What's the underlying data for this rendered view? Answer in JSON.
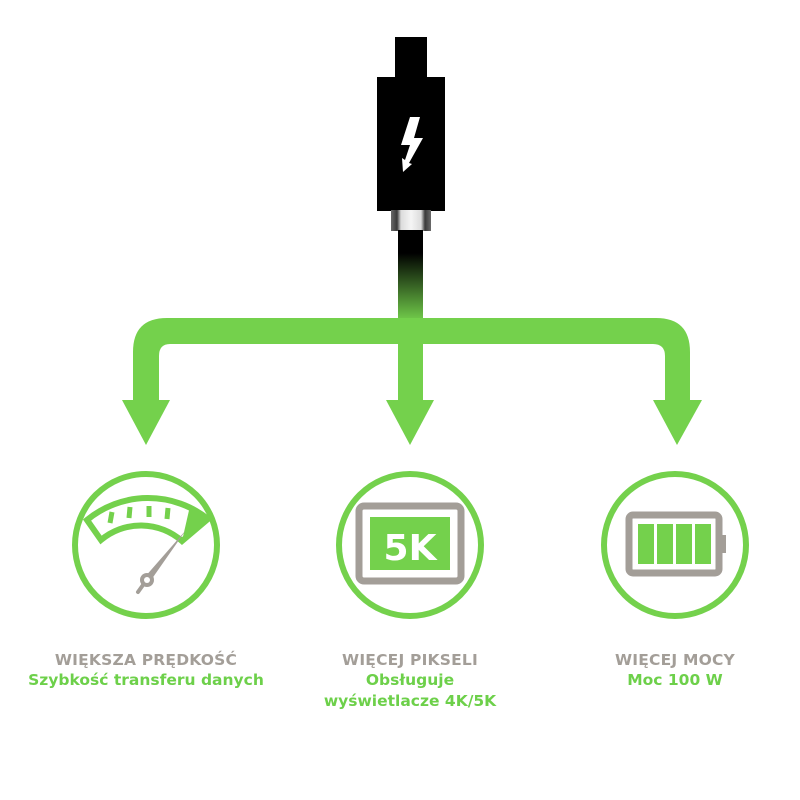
{
  "colors": {
    "green": "#74d14c",
    "gray": "#a39e98",
    "black": "#000000",
    "background": "#ffffff"
  },
  "connector": {
    "icon": "thunderbolt-lightning-icon",
    "type": "Thunderbolt cable connector"
  },
  "branches": [
    {
      "icon": "speedometer-icon",
      "title": "WIĘKSZA PRĘDKOŚĆ",
      "subtitle_lines": [
        "Szybkość transferu danych"
      ]
    },
    {
      "icon": "display-5k-icon",
      "icon_text": "5K",
      "title": "WIĘCEJ PIKSELI",
      "subtitle_lines": [
        "Obsługuje",
        "wyświetlacze 4K/5K"
      ]
    },
    {
      "icon": "battery-full-icon",
      "title": "WIĘCEJ MOCY",
      "subtitle_lines": [
        "Moc 100 W"
      ]
    }
  ]
}
